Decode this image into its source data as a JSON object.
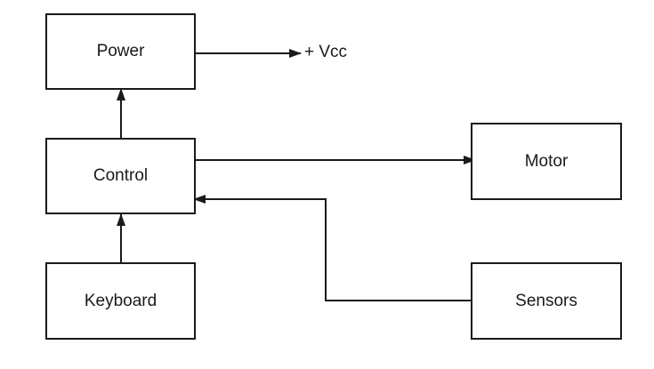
{
  "diagram": {
    "blocks": {
      "power": "Power",
      "control": "Control",
      "keyboard": "Keyboard",
      "motor": "Motor",
      "sensors": "Sensors"
    },
    "output_label": "+ Vcc",
    "line_color": "#1a1a1a",
    "connections": [
      {
        "from": "power",
        "to": "+ Vcc"
      },
      {
        "from": "control",
        "to": "power"
      },
      {
        "from": "keyboard",
        "to": "control"
      },
      {
        "from": "control",
        "to": "motor"
      },
      {
        "from": "sensors",
        "to": "control"
      }
    ]
  }
}
